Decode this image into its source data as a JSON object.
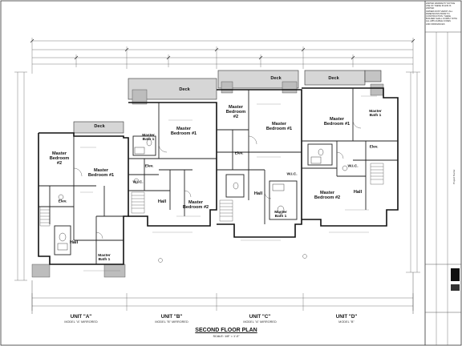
{
  "drawing": {
    "title": "SECOND FLOOR PLAN",
    "scale": "SCALE: 1/8\" = 1'-0\"",
    "notes_lines": [
      "LIMITED WARRANTY NOTICE",
      "USE OF THESE PLANS IS LIMITED",
      "OWNER MUST VERIFY ALL",
      "DIMENSIONS PRIOR TO",
      "CONSTRUCTION. THESE",
      "BUILDER SHALL COMPLY WITH",
      "ALL APPLICABLE CODES",
      "AND ORDINANCES"
    ],
    "title_block": {
      "project_name_label": "Project Name:"
    }
  },
  "units": [
    {
      "label": "UNIT \"A\"",
      "model": "MODEL \"A\" MIRRORED"
    },
    {
      "label": "UNIT \"B\"",
      "model": "MODEL \"B\" MIRRORED"
    },
    {
      "label": "UNIT \"C\"",
      "model": "MODEL \"A\" MIRRORED"
    },
    {
      "label": "UNIT \"D\"",
      "model": "MODEL \"B\""
    }
  ],
  "rooms": {
    "a_deck": "Deck",
    "a_master2": "Master\nBedroom\n#2",
    "a_master1": "Master\nBedroom #1",
    "a_elev": "Elev.",
    "a_hall": "Hall",
    "a_bath": "Master\nBath 1",
    "b_deck": "Deck",
    "b_master1": "Master\nBedroom #1",
    "b_bath": "Master\nBath 1",
    "b_elev": "Elev.",
    "b_wic": "W.I.C.",
    "b_hall": "Hall",
    "b_master2": "Master\nBedroom #2",
    "c_deck": "Deck",
    "c_master2": "Master\nBedroom\n#2",
    "c_master1": "Master\nBedroom #1",
    "c_elev": "Elev.",
    "c_wic": "W.I.C.",
    "c_hall": "Hall",
    "c_bath": "Master\nBath 1",
    "d_deck": "Deck",
    "d_master1": "Master\nBedroom #1",
    "d_master2": "Master\nBedroom #2",
    "d_elev": "Elev.",
    "d_hall": "Hall",
    "d_wic": "W.I.C.",
    "d_bath": "Master\nBath 1"
  }
}
